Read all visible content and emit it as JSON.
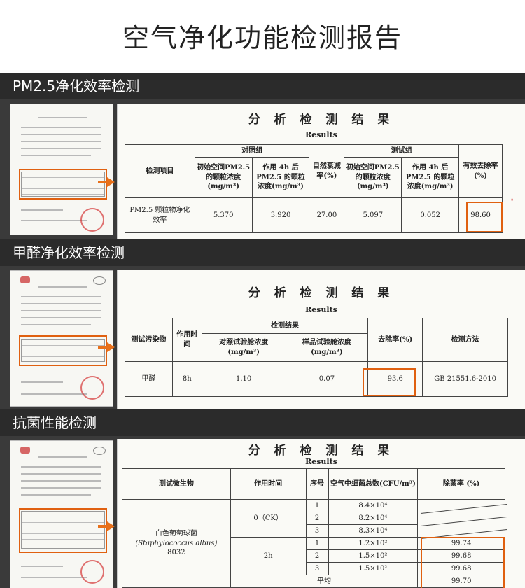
{
  "page_title": "空气净化功能检测报告",
  "sections": [
    {
      "band": "PM2.5净化效率检测",
      "report_title": "分 析 检 测 结 果",
      "report_subtitle": "Results",
      "headers": {
        "item": "检测项目",
        "control_group": "对照组",
        "control_initial": "初始空间PM2.5的颗粒浓度(mg/m³)",
        "control_after": "作用 4h 后PM2.5 的颗粒浓度(mg/m³)",
        "natural_decay": "自然衰减率(%)",
        "test_group": "测试组",
        "test_initial": "初始空间PM2.5 的颗粒浓度(mg/m³)",
        "test_after": "作用 4h 后PM2.5 的颗粒浓度(mg/m³)",
        "effective_rate": "有效去除率(%)"
      },
      "row": {
        "item": "PM2.5 颗粒物净化效率",
        "control_initial": "5.370",
        "control_after": "3.920",
        "natural_decay": "27.00",
        "test_initial": "5.097",
        "test_after": "0.052",
        "effective_rate": "98.60"
      }
    },
    {
      "band": "甲醛净化效率检测",
      "report_title": "分 析 检 测 结 果",
      "report_subtitle": "Results",
      "headers": {
        "pollutant": "测试污染物",
        "duration": "作用时间",
        "result": "检测结果",
        "control": "对照试验舱浓度(mg/m³)",
        "sample": "样品试验舱浓度(mg/m³)",
        "removal": "去除率(%)",
        "method": "检测方法"
      },
      "row": {
        "pollutant": "甲醛",
        "duration": "8h",
        "control": "1.10",
        "sample": "0.07",
        "removal": "93.6",
        "method": "GB 21551.6-2010"
      }
    },
    {
      "band": "抗菌性能检测",
      "report_title": "分 析 检 测 结 果",
      "report_subtitle": "Results",
      "headers": {
        "organism": "测试微生物",
        "duration": "作用时间",
        "seq": "序号",
        "count": "空气中细菌总数(CFU/m³)",
        "rate": "除菌率 (%)"
      },
      "organism": "白色葡萄球菌",
      "organism_latin": "(Staphylococcus albus)",
      "organism_code": "8032",
      "group_ck": "0（CK）",
      "group_2h": "2h",
      "rows_ck": [
        {
          "seq": "1",
          "count": "8.4×10⁴"
        },
        {
          "seq": "2",
          "count": "8.2×10⁴"
        },
        {
          "seq": "3",
          "count": "8.3×10⁴"
        }
      ],
      "rows_2h": [
        {
          "seq": "1",
          "count": "1.2×10²",
          "rate": "99.74"
        },
        {
          "seq": "2",
          "count": "1.5×10²",
          "rate": "99.68"
        },
        {
          "seq": "3",
          "count": "1.5×10²",
          "rate": "99.68"
        }
      ],
      "avg_label": "平均",
      "avg_rate": "99.70"
    }
  ],
  "accent_color": "#e06010"
}
